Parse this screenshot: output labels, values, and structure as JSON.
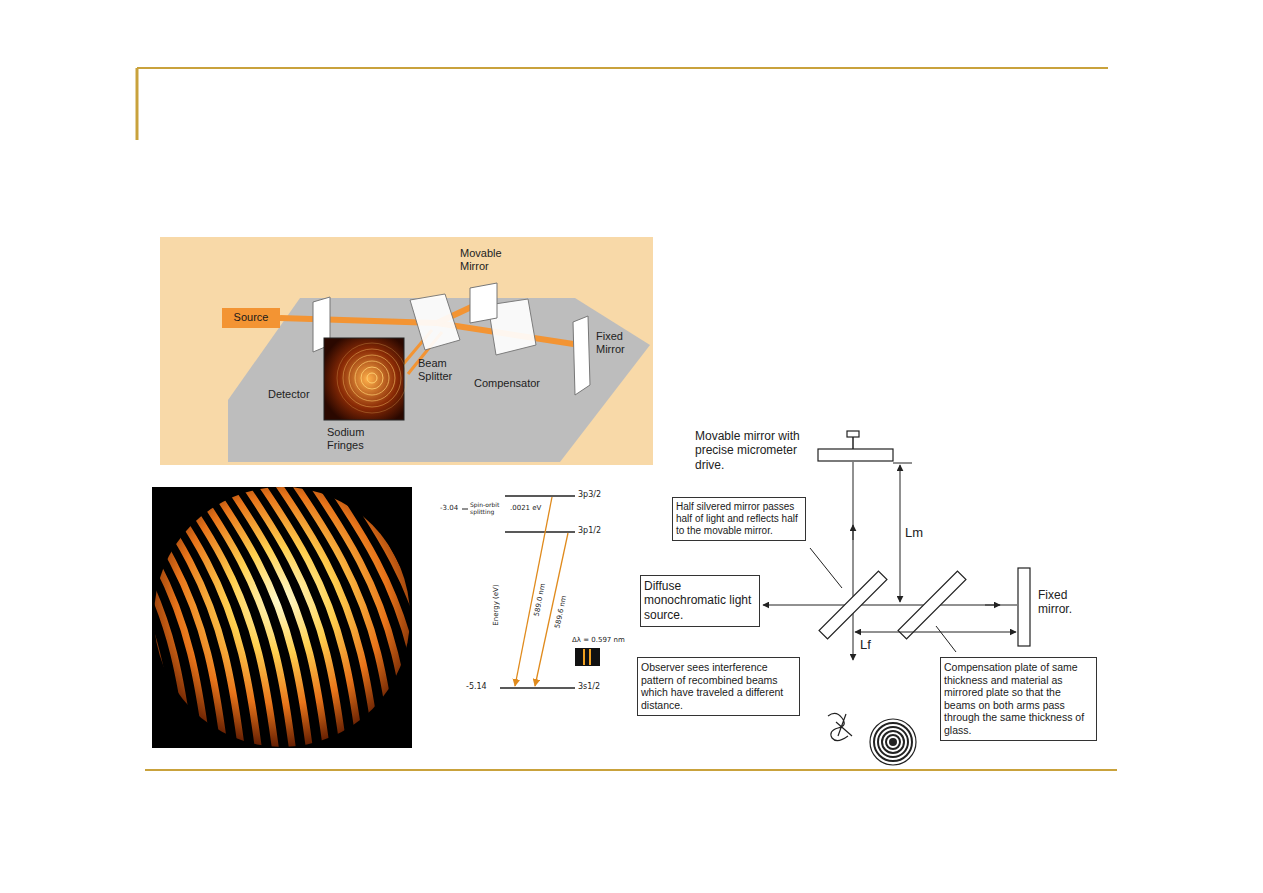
{
  "diagram": {
    "nodes": [
      {
        "text": [
          "Source"
        ]
      },
      {
        "text": [
          "Half silvered mirror passes half of light and reflects half to the movable mirror."
        ]
      },
      {
        "text": [
          "Diffuse monochromatic light source."
        ]
      },
      {
        "text": [
          "Observer sees interference pattern of recombined beams which have traveled a different distance."
        ]
      },
      {
        "text": [
          "Compensation plate of same thickness and material as mirrored plate so that the beams on both arms pass through the same thickness of glass."
        ]
      }
    ],
    "labels": [
      "Movable Mirror",
      "Fixed Mirror",
      "Beam Splitter",
      "Compensator",
      "Detector",
      "Sodium Fringes",
      "-3.04",
      "Spin-orbit splitting",
      ".0021 eV",
      "3p3/2",
      "3p1/2",
      "Energy (eV)",
      "589.0 nm",
      "589.6 nm",
      "Δλ = 0.597 nm",
      "-5.14",
      "3s1/2",
      "Movable mirror with precise micrometer drive.",
      "Lm",
      "Fixed mirror.",
      "Lf"
    ]
  }
}
